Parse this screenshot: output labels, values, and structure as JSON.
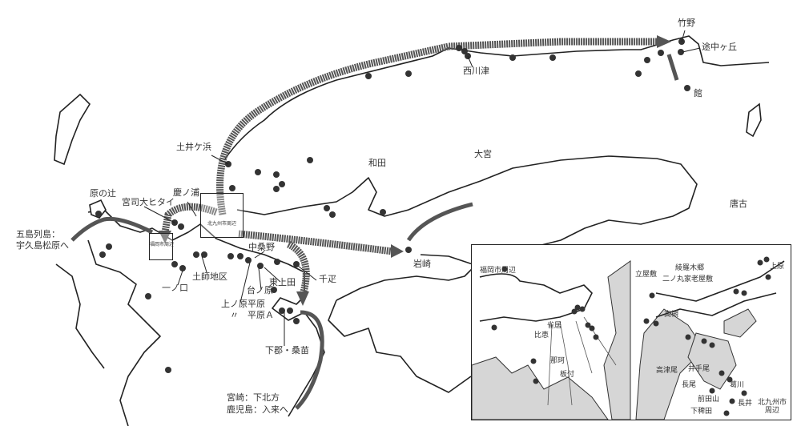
{
  "map": {
    "sites": {
      "takeno": "竹野",
      "tochugaoka": "途中ヶ丘",
      "tachi": "館",
      "nishikawatsu": "西川津",
      "omiya": "大宮",
      "wada": "和田",
      "karako": "唐古",
      "doigahama": "土井ケ浜",
      "harunotsuji": "原の辻",
      "miyaji": "宮司大ヒタイ",
      "keinoura": "慶ノ浦",
      "goto": "五島列島：",
      "uku": "宇久島松原へ",
      "iwasaki": "岩崎",
      "nakakuwano": "中桑野",
      "sembiki": "千疋",
      "higashiueda": "東上田",
      "dainohara": "台ノ原",
      "uenoharahirabaru": "上ノ原平原",
      "hirabarua": "〃　平原Ａ",
      "hajichiku": "土師地区",
      "ichinokuchi": "一ノ口",
      "shimogori": "下郡・桑苗",
      "miyazaki": "宮崎：下北方",
      "kagoshima": "鹿児島：入来へ"
    },
    "area_boxes": {
      "fukuoka": "福岡市周辺",
      "kitakyushu": "北九州市周辺"
    }
  },
  "inset": {
    "fukuoka": {
      "title": "福岡市周辺",
      "sites": [
        "雀居",
        "比恵",
        "那珂",
        "板付"
      ]
    },
    "kitakyushu": {
      "title": "北九州市周辺",
      "sites": {
        "tateyashiki": "立屋敷",
        "ayaragi": "綾羅木郷",
        "ninomaru": "二ノ丸家老屋敷",
        "kamibaru": "上原",
        "takatsuki": "高槻",
        "takatsuo": "高津尾",
        "ideo": "井手尾",
        "nagao": "長尾",
        "kuzugawa": "葛川",
        "maedayama": "前田山",
        "shimohieda": "下稗田",
        "nagai": "長井"
      }
    }
  },
  "colors": {
    "route": "#555555",
    "site": "#333333",
    "shade": "#d6d6d6"
  }
}
